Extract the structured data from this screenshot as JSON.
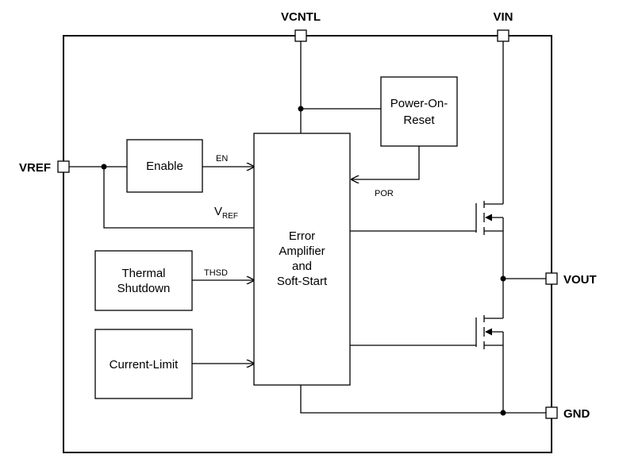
{
  "pins": {
    "vcntl": "VCNTL",
    "vin": "VIN",
    "vref": "VREF",
    "vout": "VOUT",
    "gnd": "GND"
  },
  "blocks": {
    "enable": "Enable",
    "power_on_reset": [
      "Power-On-",
      "Reset"
    ],
    "error_amp": [
      "Error",
      "Amplifier",
      "and",
      "Soft-Start"
    ],
    "thermal": [
      "Thermal",
      "Shutdown"
    ],
    "current_limit": "Current-Limit"
  },
  "signals": {
    "en": "EN",
    "por": "POR",
    "thsd": "THSD",
    "vref_main": "V",
    "vref_sub": "REF"
  }
}
